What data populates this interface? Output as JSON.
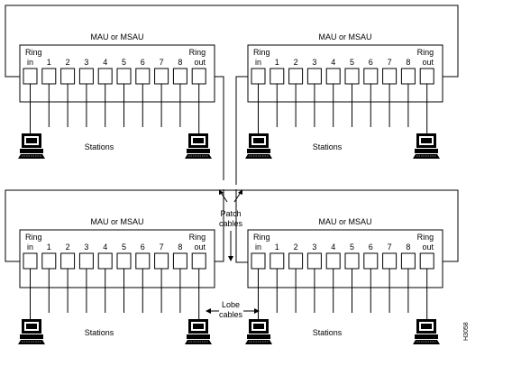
{
  "diagram": {
    "mau_title": "MAU or MSAU",
    "ring_in_top": "Ring",
    "ring_in_bottom": "in",
    "ring_out_top": "Ring",
    "ring_out_bottom": "out",
    "port_numbers": [
      "1",
      "2",
      "3",
      "4",
      "5",
      "6",
      "7",
      "8"
    ],
    "stations_label": "Stations",
    "patch_cables_line1": "Patch",
    "patch_cables_line2": "cables",
    "lobe_cables_line1": "Lobe",
    "lobe_cables_line2": "cables",
    "figure_id": "H3058"
  }
}
